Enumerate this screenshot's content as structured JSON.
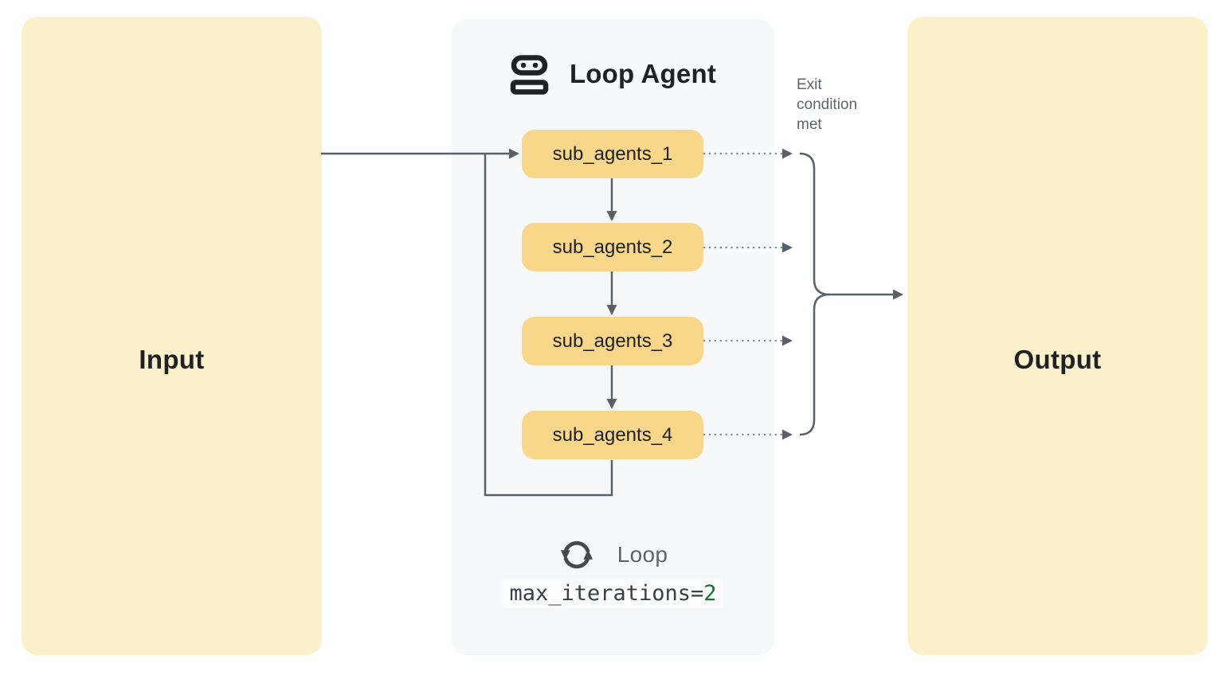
{
  "diagram": {
    "input": {
      "label": "Input"
    },
    "output": {
      "label": "Output"
    },
    "loop_agent": {
      "icon": "robot-icon",
      "title": "Loop Agent",
      "sub_agents": [
        "sub_agents_1",
        "sub_agents_2",
        "sub_agents_3",
        "sub_agents_4"
      ],
      "loop": {
        "icon": "loop-icon",
        "label": "Loop",
        "code_prefix": "max_iterations=",
        "code_value": "2"
      }
    },
    "exit_label": "Exit condition met",
    "colors": {
      "terminal_box_fill": "#faf0ca",
      "panel_fill": "#f7f8f9",
      "sub_agent_fill": "#f8d78a",
      "line": "#5a6067",
      "muted_text": "#5f6368",
      "dark_text": "#202124",
      "code_value_green": "#137333"
    }
  }
}
